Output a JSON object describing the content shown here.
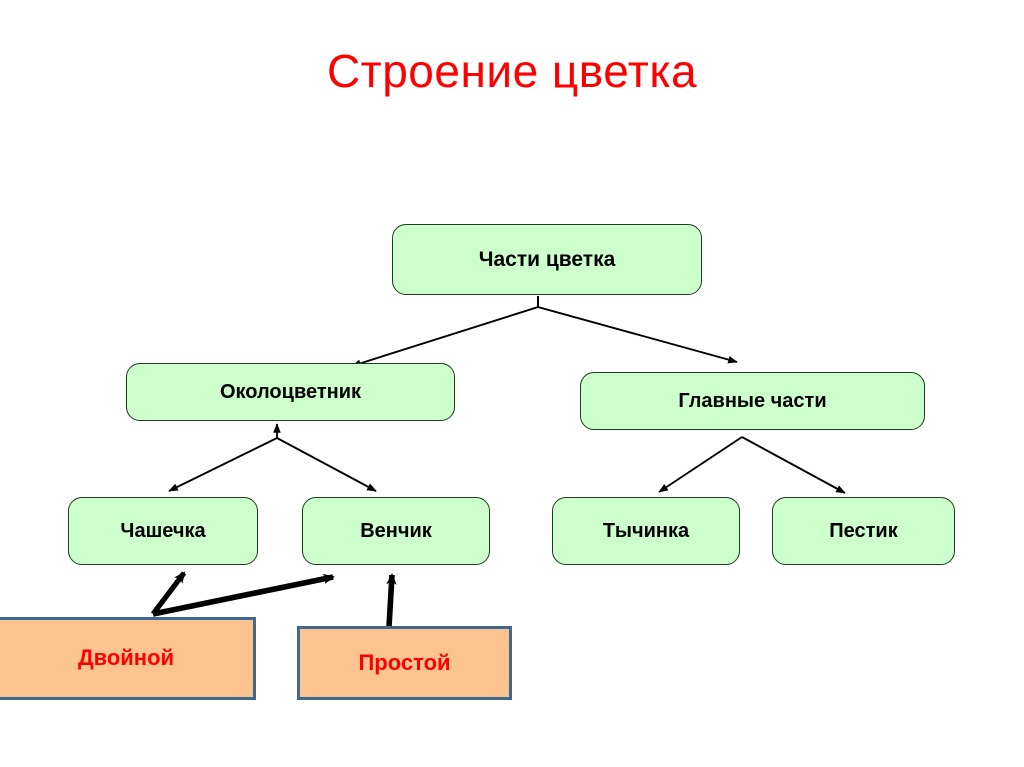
{
  "page": {
    "title": "Строение цветка",
    "title_color": "#ff0000",
    "background": "#ffffff"
  },
  "colors": {
    "green_fill": "#ccffcc",
    "green_border": "#1f3d1f",
    "orange_fill": "#fac390",
    "orange_border": "#43688f",
    "arrow": "#000000",
    "label_dark": "#000000",
    "label_red": "#ff0000"
  },
  "diagram": {
    "root": {
      "label": "Части цветка"
    },
    "level2": [
      {
        "label": "Околоцветник"
      },
      {
        "label": "Главные части"
      }
    ],
    "level3": [
      {
        "label": "Чашечка"
      },
      {
        "label": "Венчик"
      },
      {
        "label": "Тычинка"
      },
      {
        "label": "Пестик"
      }
    ],
    "level4": [
      {
        "label": "Двойной"
      },
      {
        "label": "Простой"
      }
    ],
    "edges": [
      {
        "from": "Части цветка",
        "to": "Околоцветник",
        "style": "thin"
      },
      {
        "from": "Части цветка",
        "to": "Главные части",
        "style": "thin"
      },
      {
        "from": "Околоцветник",
        "to": "Чашечка",
        "style": "thin"
      },
      {
        "from": "Околоцветник",
        "to": "Венчик",
        "style": "thin"
      },
      {
        "from": "Главные части",
        "to": "Тычинка",
        "style": "thin"
      },
      {
        "from": "Главные части",
        "to": "Пестик",
        "style": "thin"
      },
      {
        "from": "Двойной",
        "to": "Чашечка",
        "style": "thick"
      },
      {
        "from": "Двойной",
        "to": "Венчик",
        "style": "thick"
      },
      {
        "from": "Простой",
        "to": "Венчик",
        "style": "thick"
      }
    ]
  }
}
